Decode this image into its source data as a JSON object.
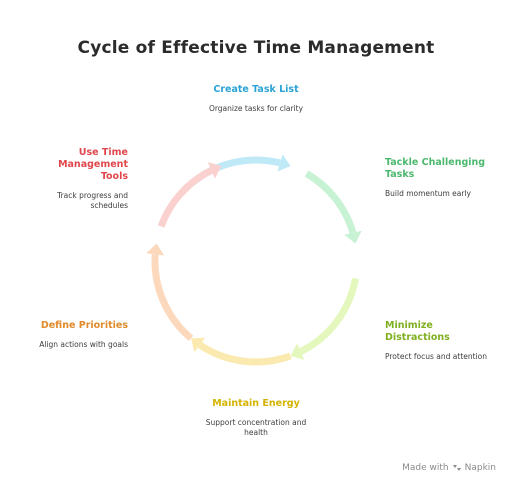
{
  "title": "Cycle of Effective Time Management",
  "colors": {
    "blue": "#2aa3d6",
    "green": "#4bb86e",
    "lime": "#7fb020",
    "yellow": "#d4b300",
    "orange": "#e08a2a",
    "red": "#e0474c"
  },
  "steps": [
    {
      "title": "Create Task List",
      "desc": "Organize tasks for clarity",
      "color": "#2aa3d6",
      "arrow_color": "#bfe9f7"
    },
    {
      "title": "Tackle Challenging Tasks",
      "desc": "Build momentum early",
      "color": "#4bb86e",
      "arrow_color": "#c7f2d3"
    },
    {
      "title": "Minimize Distractions",
      "desc": "Protect focus and attention",
      "color": "#7fb020",
      "arrow_color": "#e4f7bd"
    },
    {
      "title": "Maintain Energy",
      "desc": "Support concentration and health",
      "color": "#d4b300",
      "arrow_color": "#fbeab0"
    },
    {
      "title": "Define Priorities",
      "desc": "Align actions with goals",
      "color": "#e08a2a",
      "arrow_color": "#fcd9bd"
    },
    {
      "title": "Use Time Management Tools",
      "desc": "Track progress and schedules",
      "color": "#e0474c",
      "arrow_color": "#fbd1cf"
    }
  ],
  "footer": {
    "text": "Made with",
    "brand": "Napkin",
    "icon": "napkin-logo-icon"
  }
}
